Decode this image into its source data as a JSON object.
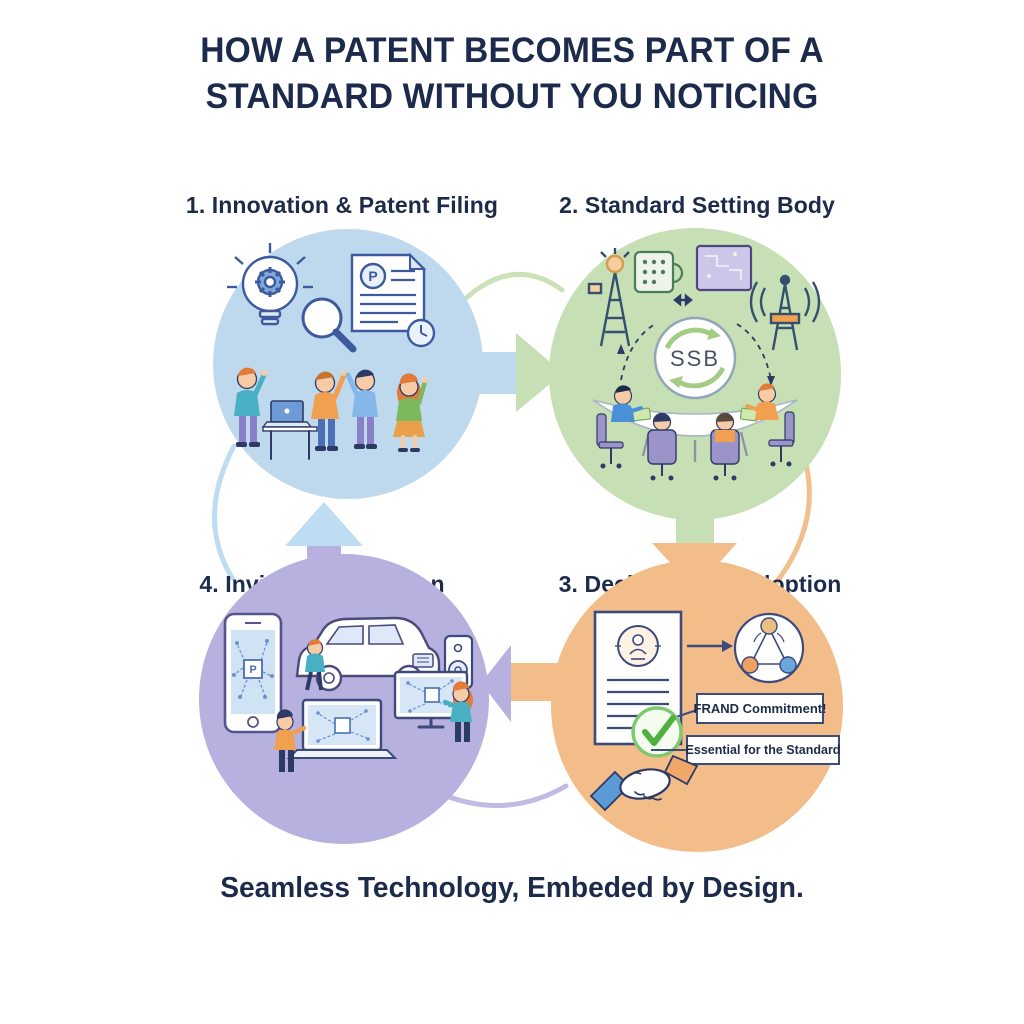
{
  "title": {
    "line1": "HOW A PATENT BECOMES PART OF A",
    "line2": "STANDARD WITHOUT YOU NOTICING"
  },
  "steps": [
    {
      "label": "1. Innovation & Patent Filing",
      "circle_color": "#bed9ed",
      "document_monogram": "P",
      "icons": [
        "lightbulb-gear-icon",
        "magnifier-icon",
        "patent-document-icon",
        "clock-icon",
        "inventor-team-figures"
      ]
    },
    {
      "label": "2. Standard Setting Body",
      "circle_color": "#c6dfb4",
      "hub_text": "SSB",
      "icons": [
        "radio-tower-icon",
        "chip-icon",
        "circuit-board-icon",
        "exchange-arrows-icon",
        "broadcast-tower-icon",
        "round-table-meeting-figures"
      ]
    },
    {
      "label": "3. Declaration & Adoption",
      "circle_color": "#f3bd8a",
      "callout1": "FRAND Commitment!",
      "callout2": "Essential for the Standard",
      "icons": [
        "declaration-document-icon",
        "badge-icon",
        "green-check-icon",
        "network-nodes-icon",
        "handshake-icon"
      ]
    },
    {
      "label": "4. Invisible Integration",
      "circle_color": "#b6b1de",
      "phone_chip_monogram": "P",
      "icons": [
        "smartphone-circuit-icon",
        "car-icon",
        "smart-speaker-icon",
        "laptop-circuit-icon",
        "monitor-circuit-icon"
      ]
    }
  ],
  "tagline": "Seamless Technology, Embeded by Design.",
  "colors": {
    "background": "#ffffff",
    "heading_text": "#1c2a4c",
    "step_blue": "#bed9ed",
    "step_green": "#c6dfb4",
    "step_orange": "#f3bd8a",
    "step_purple": "#b6b1de",
    "arrowhead_light_blue": "#bedcf2",
    "outline_navy": "#3d4a7c",
    "check_green": "#4faf3f"
  }
}
